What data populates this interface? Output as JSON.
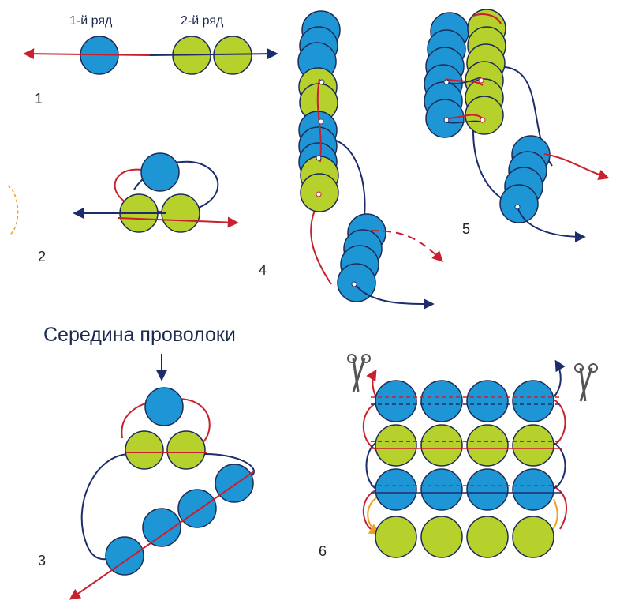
{
  "labels": {
    "row1": "1-й ряд",
    "row2": "2-й ряд",
    "caption": "Середина проволоки"
  },
  "steps": [
    "1",
    "2",
    "3",
    "4",
    "5",
    "6"
  ],
  "colors": {
    "blue_bead": "#1e96d6",
    "green_bead": "#b7d12c",
    "bead_outline": "#1d2b55",
    "red_wire": "#c8202e",
    "blue_wire": "#1d2d6b",
    "orange_arrow": "#f0a020",
    "text": "#1b2a4e"
  },
  "icons": [
    "scissors-icon",
    "scissors-icon"
  ]
}
